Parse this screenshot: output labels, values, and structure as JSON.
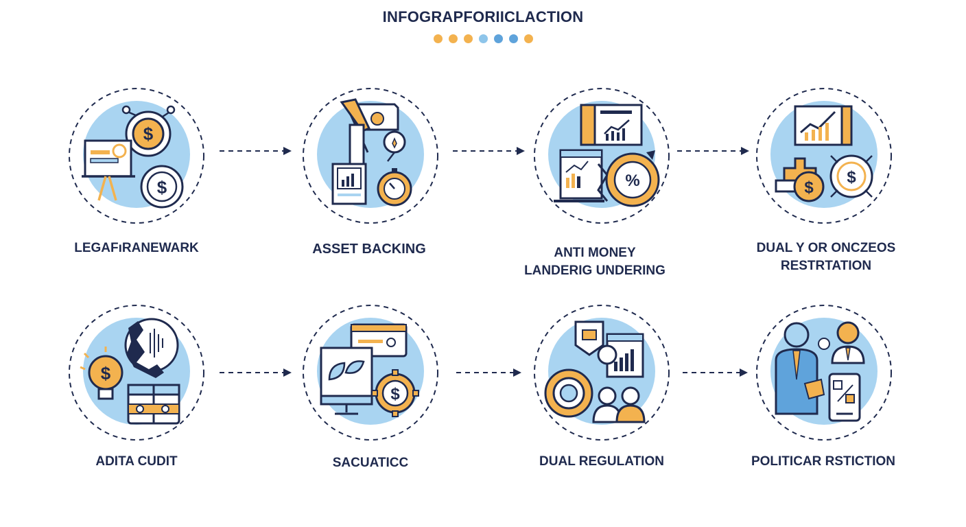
{
  "header": {
    "title": "INFOGRAPFORIICLACTION",
    "dots": [
      "#f3b24f",
      "#f3b24f",
      "#f3b24f",
      "#8ec5ea",
      "#5fa3db",
      "#5fa3db",
      "#f3b24f"
    ]
  },
  "colors": {
    "navy": "#1f2a4e",
    "blue_fill": "#a9d4f1",
    "orange": "#f3b24f"
  },
  "row1": [
    {
      "label_lines": [
        "LEGAFıRANEWARK"
      ],
      "icon": "presentation-money-icon"
    },
    {
      "label_lines": [
        "ASSET BACKING"
      ],
      "icon": "oil-pump-chart-icon"
    },
    {
      "label_lines": [
        "ANTI MONEY",
        "LANDERIG UNDERING"
      ],
      "icon": "financial-report-icon"
    },
    {
      "label_lines": [
        "DUAL Y OR ONCZEOS",
        "RESTRTATION"
      ],
      "icon": "growth-chart-coins-icon"
    }
  ],
  "row2": [
    {
      "label_lines": [
        "ADITA CUDIT"
      ],
      "icon": "lightbulb-map-icon"
    },
    {
      "label_lines": [
        "SACUATICC"
      ],
      "icon": "leaf-monitor-gear-icon"
    },
    {
      "label_lines": [
        "DUAL REGULATION"
      ],
      "icon": "gear-people-icon"
    },
    {
      "label_lines": [
        "POLITICAR RSTICTION"
      ],
      "icon": "businessmen-tablet-icon"
    }
  ]
}
